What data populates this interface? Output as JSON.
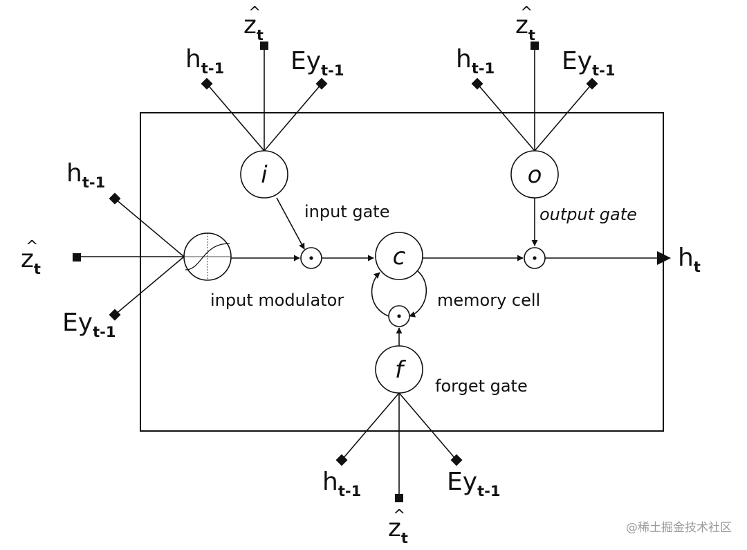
{
  "gates": {
    "input": "i",
    "output": "o",
    "cell": "c",
    "forget": "f",
    "product": "⊙"
  },
  "annotations": {
    "input_gate": "input gate",
    "output_gate": "output gate",
    "input_modulator": "input modulator",
    "memory_cell": "memory cell",
    "forget_gate": "forget gate"
  },
  "inputs": {
    "h_base": "h",
    "h_sub": "t-1",
    "ey_base": "Ey",
    "ey_sub": "t-1",
    "z_base": "z",
    "z_hat": "^",
    "z_sub": "t"
  },
  "output": {
    "base": "h",
    "sub": "t"
  },
  "watermark": "@稀土掘金技术社区",
  "colors": {
    "stroke": "#111111",
    "background": "#ffffff",
    "watermark": "#9a9a9a"
  }
}
